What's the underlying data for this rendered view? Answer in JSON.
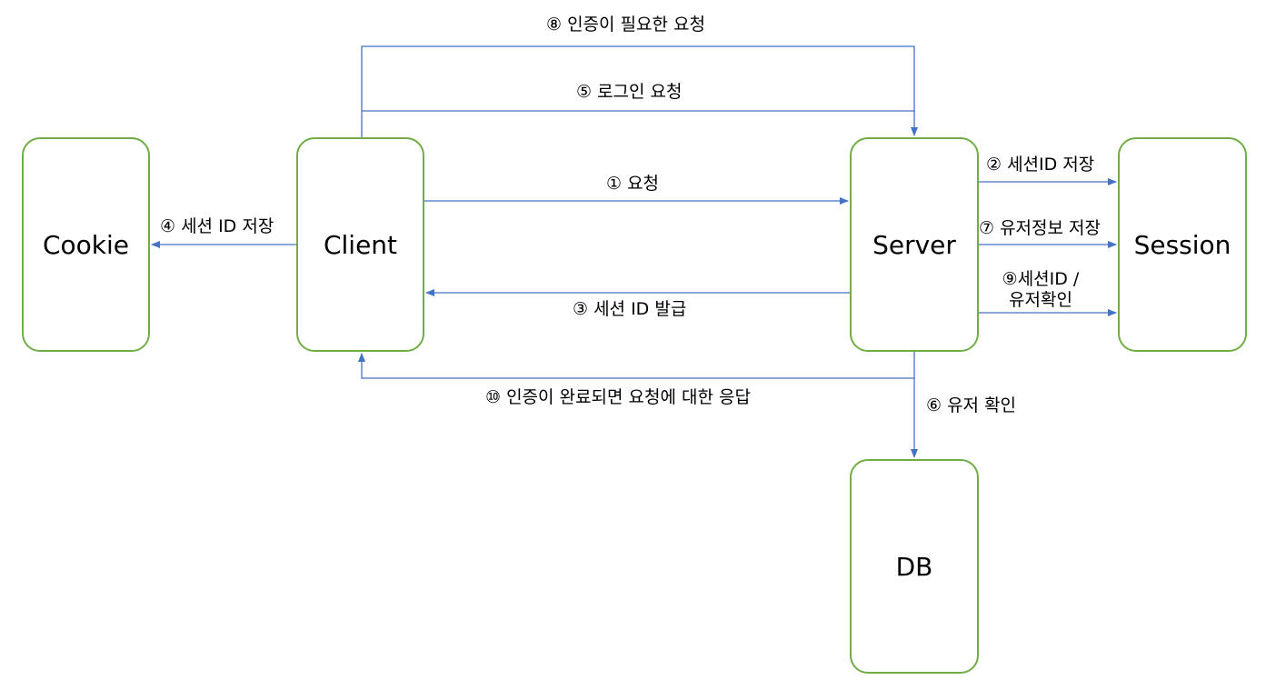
{
  "nodes": {
    "cookie": "Cookie",
    "client": "Client",
    "server": "Server",
    "session": "Session",
    "db": "DB"
  },
  "edges": {
    "e1": "① 요청",
    "e2": "② 세션ID 저장",
    "e3": "③ 세션 ID 발급",
    "e4": "④ 세션 ID 저장",
    "e5": "⑤ 로그인 요청",
    "e6": "⑥ 유저 확인",
    "e7": "⑦ 유저정보 저장",
    "e8": "⑧ 인증이 필요한 요청",
    "e9_line1": "⑨세션ID /",
    "e9_line2": "유저확인",
    "e10": "⑩ 인증이 완료되면 요청에 대한 응답"
  },
  "colors": {
    "node_border": "#70ad47",
    "arrow": "#4472c4"
  }
}
